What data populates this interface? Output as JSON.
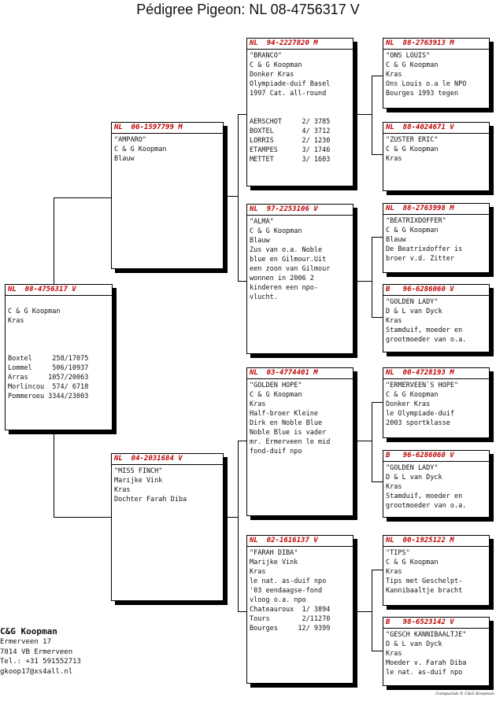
{
  "title": "Pédigree Pigeon: NL  08-4756317 V",
  "cards": {
    "subject": {
      "ring": "NL  08-4756317 V",
      "lines": [
        "",
        "C & G Koopman",
        "Kras"
      ],
      "results": [
        "Boxtel     258/17075",
        "Lommel     506/10937",
        "Arras     1057/20063",
        "Morlincou  574/ 6718",
        "Pommeroeu 3344/23003"
      ]
    },
    "sire": {
      "ring": "NL  06-1597799 M",
      "lines": [
        "\"AMPARO\"",
        "C & G Koopman",
        "Blauw"
      ],
      "results": []
    },
    "dam": {
      "ring": "NL  04-2031684 V",
      "lines": [
        "\"MISS FINCH\"",
        "Marijke Vink",
        "Kras",
        "Dochter Farah Diba"
      ],
      "results": []
    },
    "ss": {
      "ring": "NL  94-2227820 M",
      "lines": [
        "\"BRANCO\"",
        "C & G Koopman",
        "Donker Kras",
        "Olympiade-duif Basel",
        "1997 Cat. all-round"
      ],
      "results": [
        "AERSCHOT     2/ 3785",
        "BOXTEL       4/ 3712",
        "LORRIS       2/ 1230",
        "ETAMPES      3/ 1746",
        "METTET       3/ 1603"
      ]
    },
    "sd": {
      "ring": "NL  97-2253106 V",
      "lines": [
        "\"ALMA\"",
        "C & G Koopman",
        "Blauw",
        "Zus van o.a. Noble",
        "blue en Gilmour.Uit",
        "een zoon van Gilmour",
        "wonnen in 2006 2",
        "kinderen een npo-",
        "vlucht."
      ],
      "results": []
    },
    "ds": {
      "ring": "NL  03-4774401 M",
      "lines": [
        "\"GOLDEN HOPE\"",
        "C & G Koopman",
        "Kras",
        "Half-broer Kleine",
        "Dirk en Noble Blue",
        "Noble Blue is vader",
        "mr. Ermerveen le mid",
        "fond-duif npo"
      ],
      "results": []
    },
    "dd": {
      "ring": "NL  02-1616137 V",
      "lines": [
        "\"FARAH DIBA\"",
        "Marijke Vink",
        "Kras",
        "le nat. as-duif npo",
        "'03 eendaagse-fond",
        "vloog o.a. npo"
      ],
      "results": [
        "Chateauroux  1/ 3894",
        "Tours        2/11270",
        "Bourges     12/ 9399"
      ]
    },
    "sss": {
      "ring": "NL  88-2763913 M",
      "lines": [
        "\"ONS LOUIS\"",
        "C & G Koopman",
        "Kras",
        "Ons Louis o.a le NPO",
        "Bourges 1993 tegen"
      ],
      "results": []
    },
    "ssd": {
      "ring": "NL  88-4024671 V",
      "lines": [
        "\"ZUSTER ERIC\"",
        "C & G Koopman",
        "Kras"
      ],
      "results": []
    },
    "sds": {
      "ring": "NL  88-2763998 M",
      "lines": [
        "\"BEATRIXDOFFER\"",
        "C & G Koopman",
        "Blauw",
        "De Beatrixdoffer is",
        "broer v.d. Zitter"
      ],
      "results": []
    },
    "sdd": {
      "ring": "B   96-6286060 V",
      "lines": [
        "\"GOLDEN LADY\"",
        "D & L van Dyck",
        "Kras",
        "Stamduif, moeder en",
        "grootmoeder van o.a."
      ],
      "results": []
    },
    "dss": {
      "ring": "NL  00-4728193 M",
      "lines": [
        "\"ERMERVEEN`S HOPE\"",
        "C & G Koopman",
        "Donker Kras",
        "le Olympiade-duif",
        "2003 sportklasse"
      ],
      "results": []
    },
    "dsd": {
      "ring": "B   96-6286060 V",
      "lines": [
        "\"GOLDEN LADY\"",
        "D & L van Dyck",
        "Kras",
        "Stamduif, moeder en",
        "grootmoeder van o.a."
      ],
      "results": []
    },
    "dds": {
      "ring": "NL  00-1925122 M",
      "lines": [
        "\"TIPS\"",
        "C & G Koopman",
        "Kras",
        "Tips met Geschelpt-",
        "Kannibaaltje bracht"
      ],
      "results": []
    },
    "ddd": {
      "ring": "B   98-6523142 V",
      "lines": [
        "\"GESCH KANNIBAALTJE\"",
        "D & L van Dyck",
        "Kras",
        "Moeder v. Farah Diba",
        "le nat. as-duif npo"
      ],
      "results": []
    }
  },
  "owner": {
    "name": "C&G Koopman",
    "address": "Ermerveen 17",
    "city": "7814 VB  Ermerveen",
    "phone": "Tel.: +31 591552713",
    "email": "gkoop17@xs4all.nl"
  },
  "footer": "Compuclub © C&G Koopman"
}
